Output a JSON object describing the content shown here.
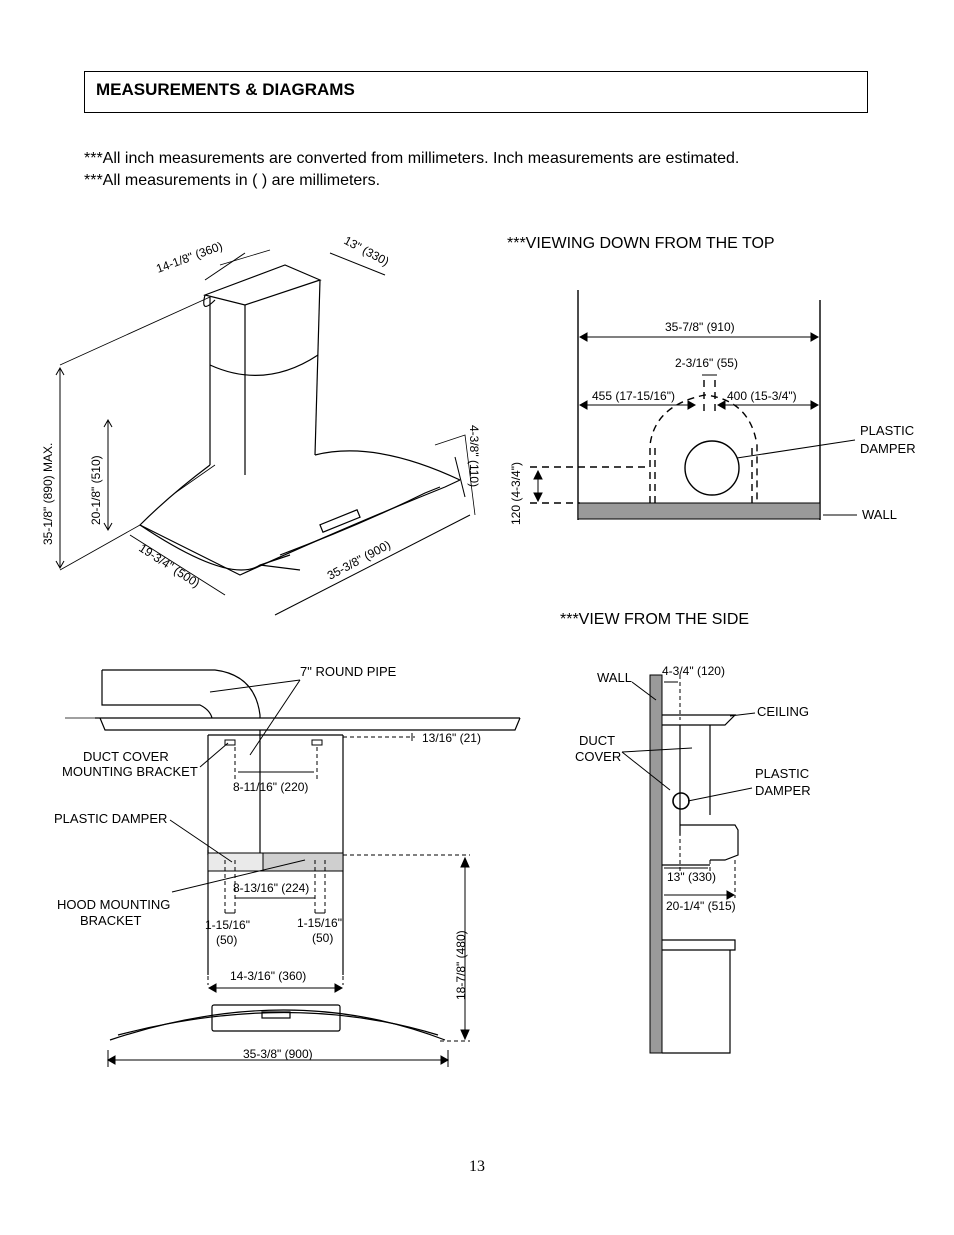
{
  "header": {
    "title": "MEASUREMENTS & DIAGRAMS"
  },
  "notes": [
    "***All inch measurements are converted from millimeters.  Inch measurements are estimated.",
    "***All measurements in ( ) are millimeters."
  ],
  "captions": {
    "top_view": "***VIEWING DOWN FROM THE TOP",
    "side_view": "***VIEW FROM THE SIDE"
  },
  "iso": {
    "chimney_width": "14-1/8\" (360)",
    "chimney_depth": "13\" (330)",
    "max_height": "35-1/8\" (890) MAX.",
    "chimney_height": "20-1/8\" (510)",
    "hood_thickness": "4-3/8\" (110)",
    "hood_depth": "19-3/4\" (500)",
    "hood_width": "35-3/8\" (900)"
  },
  "top": {
    "total_width": "35-7/8\" (910)",
    "gap": "2-3/16\" (55)",
    "left_offset": "455 (17-15/16\")",
    "right_offset": "400 (15-3/4\")",
    "plastic_damper_l1": "PLASTIC",
    "plastic_damper_l2": "DAMPER",
    "wall": "WALL",
    "height": "120 (4-3/4\")"
  },
  "front": {
    "round_pipe": "7\" ROUND PIPE",
    "top_offset": "13/16\" (21)",
    "duct_cover_l1": "DUCT COVER",
    "duct_cover_l2": "MOUNTING BRACKET",
    "bracket_spacing": "8-11/16\" (220)",
    "plastic_damper": "PLASTIC DAMPER",
    "hood_bracket_l1": "HOOD MOUNTING",
    "hood_bracket_l2": "BRACKET",
    "hood_bracket_spacing": "8-13/16\" (224)",
    "left_hole": "1-15/16\"",
    "left_hole_mm": "(50)",
    "right_hole": "1-15/16\"",
    "right_hole_mm": "(50)",
    "duct_width": "14-3/16\" (360)",
    "bracket_height": "18-7/8\" (480)",
    "hood_width": "35-3/8\" (900)"
  },
  "side": {
    "wall": "WALL",
    "offset": "4-3/4\" (120)",
    "ceiling": "CEILING",
    "duct_l1": "DUCT",
    "duct_l2": "COVER",
    "plastic_damper_l1": "PLASTIC",
    "plastic_damper_l2": "DAMPER",
    "depth_chimney": "13\" (330)",
    "depth_hood": "20-1/4\" (515)"
  },
  "page_number": "13"
}
